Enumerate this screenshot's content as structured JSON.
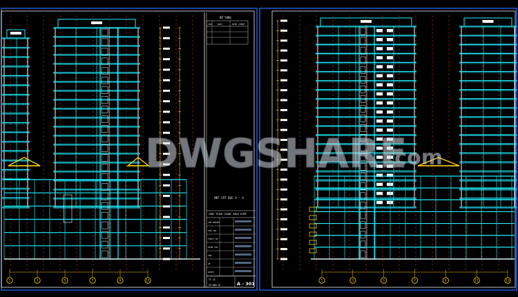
{
  "revision_table": {
    "title": "BỔ SUNG",
    "headers": [
      "LẦN",
      "NGÀY",
      "ĐIỀU CHỈNH"
    ],
    "rows": [
      [
        "",
        "",
        ""
      ],
      [
        "",
        "",
        ""
      ],
      [
        "",
        "",
        ""
      ]
    ]
  },
  "title_block": {
    "project_lines": [
      "CÔNG TRÌNH CHUNG CƯ",
      "ĐỊA ĐIỂM"
    ],
    "sign_roles": [
      "CHỦ NHIỆM",
      "CHỦ TRÌ",
      "THIẾT KẾ",
      "KIỂM TRA",
      "TÊN",
      "VẼ",
      "DUYỆT"
    ],
    "drawing_title": "MẶT CẮT DỌC A - A",
    "scale_label": "TỶ LỆ",
    "sheet_label": "SỐ BẢN VẼ",
    "sheet_number": "A - 301"
  },
  "watermark": {
    "brand": "DWGSHARE",
    "suffix": ".com"
  },
  "grid_bubbles_left": [
    "1",
    "3",
    "5",
    "7",
    "9",
    "11"
  ],
  "grid_bubbles_right": [
    "1",
    "3",
    "5",
    "7",
    "9",
    "11",
    "13"
  ],
  "colors": {
    "background": "#000000",
    "frame": "#1e5bd8",
    "slab": "#20f0ff",
    "wall": "#ffffff",
    "column": "#19c9d6",
    "roof_truss": "#ffd000",
    "dim_line": "#ffcc00",
    "grid_line": "#d04020",
    "grid_bubble": "#ffd400",
    "watermark": "#cfd6de"
  }
}
